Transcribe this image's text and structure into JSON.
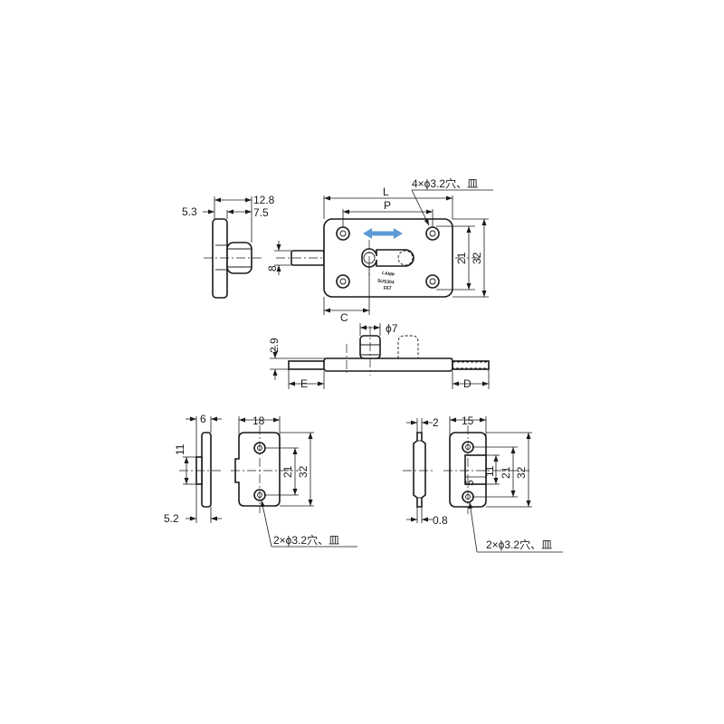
{
  "top_view": {
    "left_dims": [
      "5.3",
      "12.8",
      "7.5"
    ],
    "pin_dim": "8",
    "plate_dims": {
      "overall_length": "L",
      "hole_pitch": "P",
      "hole_spec": "4×ϕ3.2穴、皿",
      "height_inner": "21",
      "height_outer": "32",
      "bolt_offset": "C"
    },
    "stamp_lines": [
      "LAMP",
      "SUS304",
      "F67"
    ],
    "arrow_color": "#5b9bd5"
  },
  "side_view": {
    "knob_dia": "ϕ7",
    "thickness": "2.9",
    "left_extension": "E",
    "right_extension": "D"
  },
  "strike_left": {
    "dims": [
      "6",
      "11",
      "5.2",
      "18",
      "21",
      "32"
    ],
    "hole_spec": "2×ϕ3.2穴、皿"
  },
  "strike_right": {
    "dims": [
      "2",
      "0.8",
      "15",
      "5",
      "11",
      "21",
      "32"
    ],
    "hole_spec": "2×ϕ3.2穴、皿"
  }
}
